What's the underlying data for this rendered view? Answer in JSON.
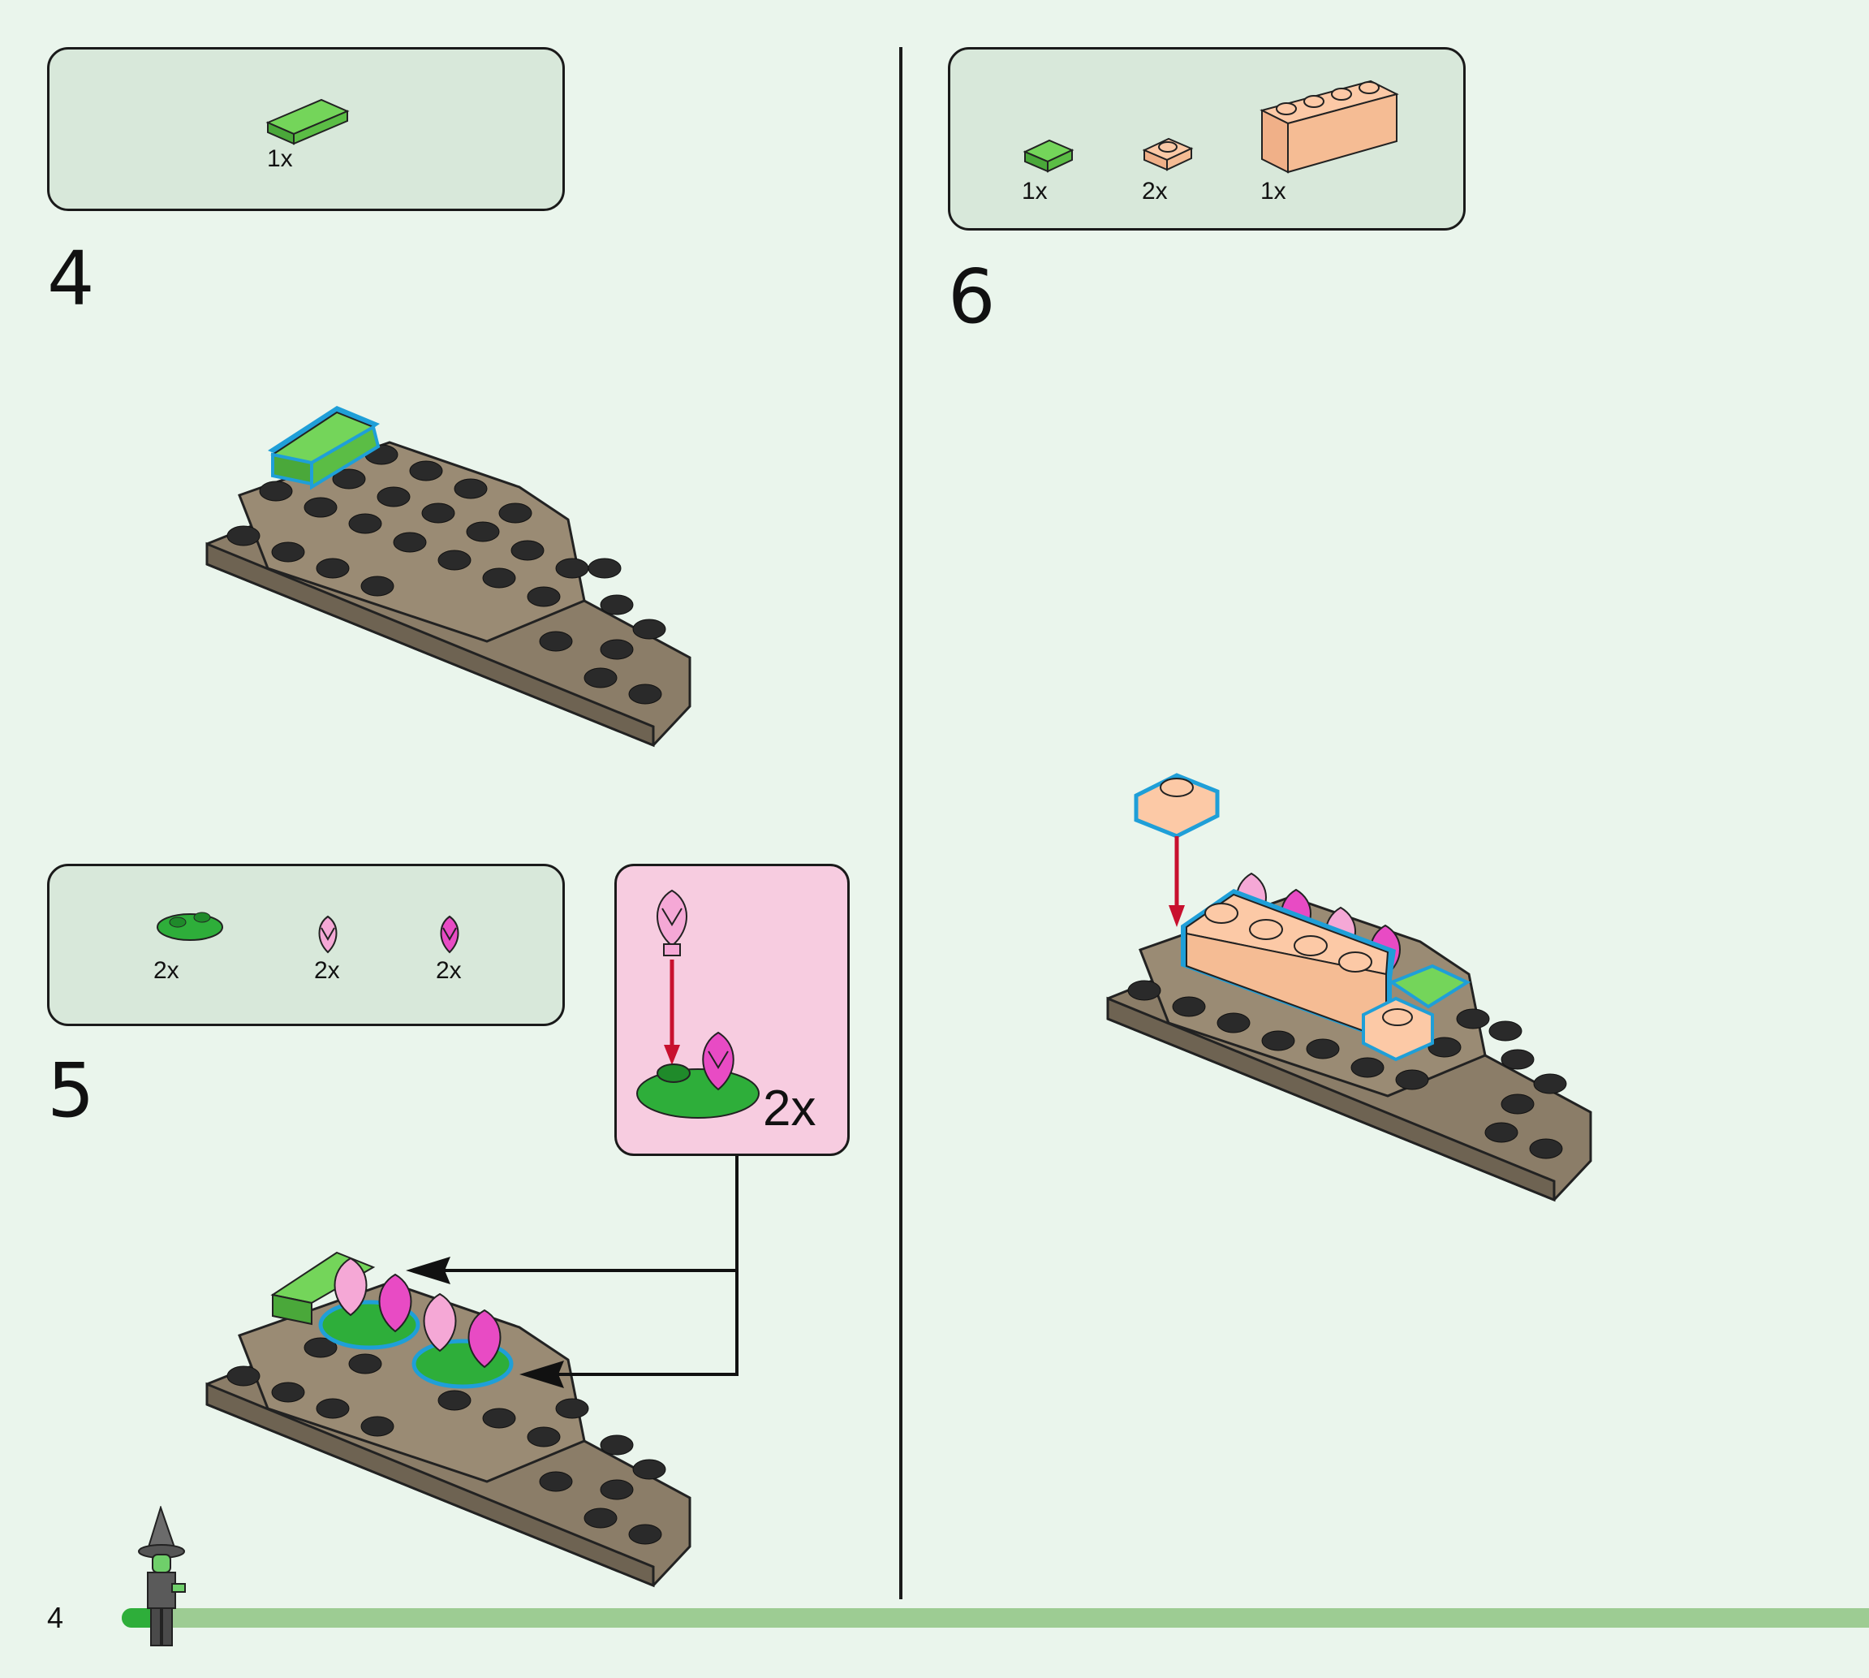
{
  "page": {
    "number": "4",
    "progress_percent": 2
  },
  "steps": [
    {
      "number": "4",
      "parts": [
        {
          "qty": "1x",
          "part": "green-tile-1x2"
        }
      ]
    },
    {
      "number": "5",
      "parts": [
        {
          "qty": "2x",
          "part": "green-plate-1x2-rounded"
        },
        {
          "qty": "2x",
          "part": "light-pink-flower-bud"
        },
        {
          "qty": "2x",
          "part": "magenta-flower-bud"
        }
      ],
      "callout": {
        "qty": "2x"
      }
    },
    {
      "number": "6",
      "parts": [
        {
          "qty": "1x",
          "part": "green-tile-1x1"
        },
        {
          "qty": "2x",
          "part": "peach-plate-1x1"
        },
        {
          "qty": "1x",
          "part": "peach-brick-1x4"
        }
      ]
    }
  ],
  "colors": {
    "background": "#eaf5ec",
    "parts_box": "#d8e8da",
    "base_brown": "#8b7d68",
    "bright_green": "#62c84a",
    "dark_green": "#2eae3a",
    "peach": "#fcc9a6",
    "light_pink": "#f5a8d6",
    "magenta": "#e84bc4",
    "highlight_blue": "#1f9fd8",
    "arrow_red": "#c8102e",
    "progress_track": "#9dcc93",
    "callout_bg": "#f7cce0"
  }
}
